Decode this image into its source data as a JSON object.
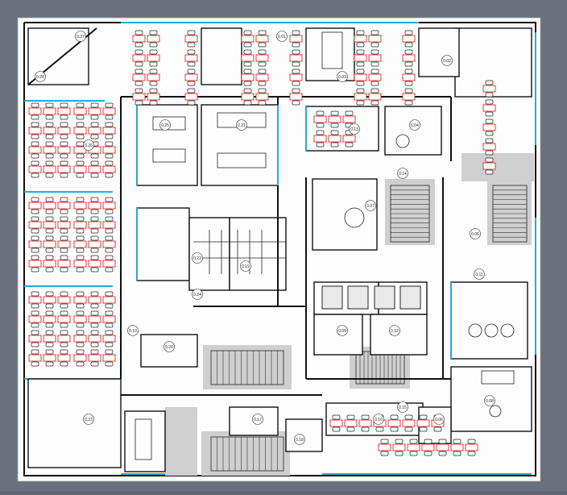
{
  "image": {
    "width": 704,
    "height": 609
  },
  "colors": {
    "background": "#5d6672",
    "paper": "#fdfdfd",
    "walls": "#111111",
    "glazing": "#2aa7d6",
    "workstations": "#e02626",
    "cores": "#cfcfcf"
  },
  "room_labels": [
    "0.23",
    "0.26",
    "0.10",
    "0.20",
    "0.22",
    "0.24",
    "0.25",
    "0.21",
    "0.07",
    "0.09",
    "0.12",
    "0.11",
    "0.14",
    "0.13",
    "0.19",
    "0.17",
    "0.16",
    "0.15",
    "0.18",
    "0.08",
    "0.06",
    "0.05",
    "0.04",
    "0.03",
    "0.02",
    "0.01",
    "0.27",
    "0.28"
  ]
}
